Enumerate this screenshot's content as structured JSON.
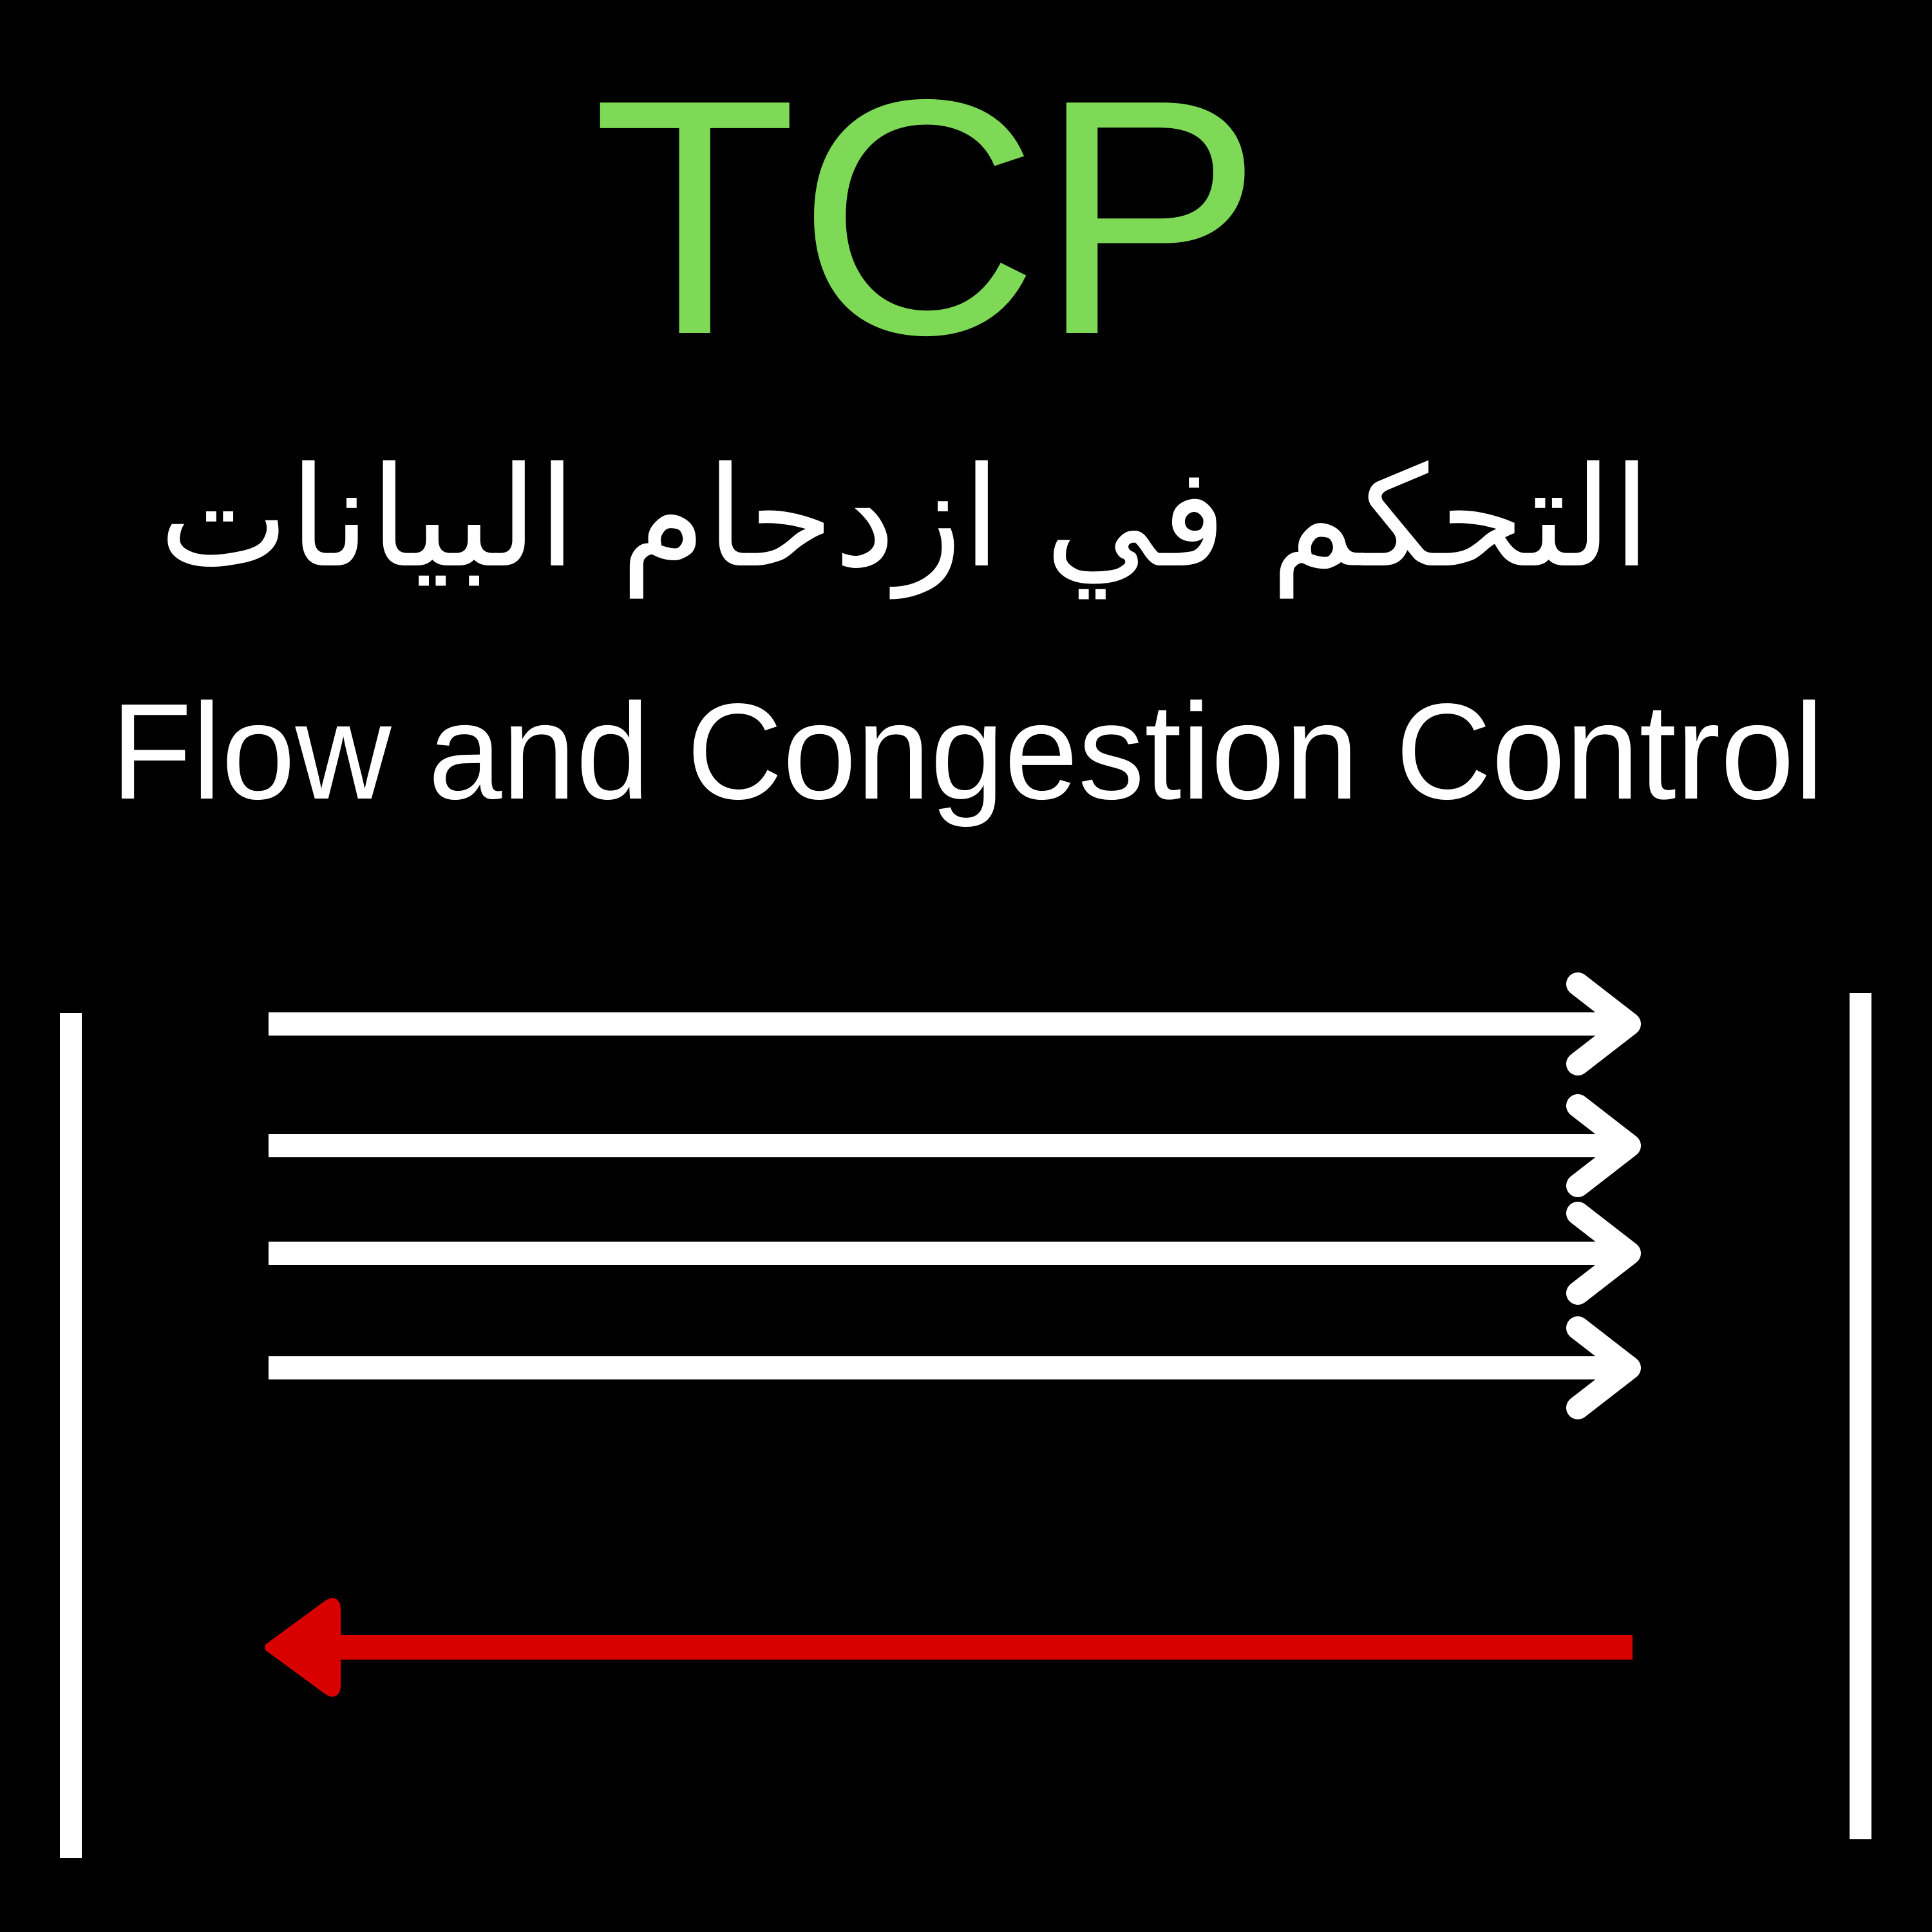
{
  "title": "TCP",
  "subtitle_arabic": "التحكم في ازدحام البيانات",
  "subtitle_english": "Flow and Congestion Control",
  "colors": {
    "background": "#000000",
    "title": "#7ED957",
    "text": "#FFFFFF",
    "forward_arrows": "#FFFFFF",
    "return_arrow": "#D90000"
  },
  "diagram": {
    "forward_arrow_count": 4,
    "return_arrow_count": 1
  }
}
